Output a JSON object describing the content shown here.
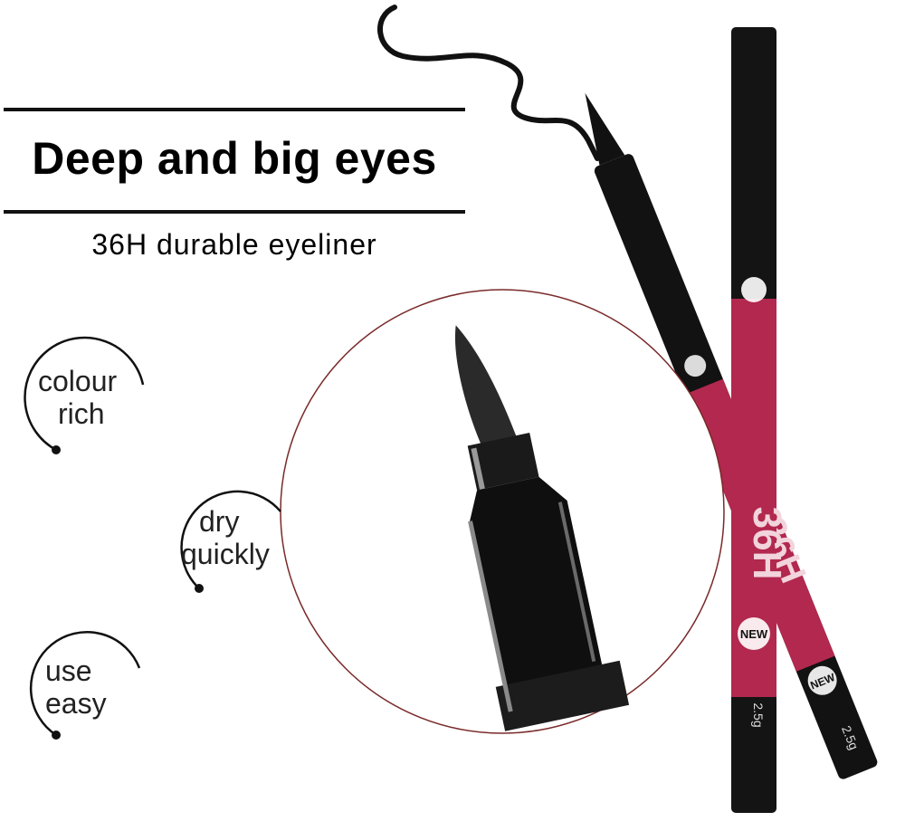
{
  "headline": "Deep and big eyes",
  "subheadline": "36H durable eyeliner",
  "features": [
    {
      "line1": "colour",
      "line2": "rich"
    },
    {
      "line1": "dry",
      "line2": "quickly"
    },
    {
      "line1": "use",
      "line2": "easy"
    }
  ],
  "product": {
    "barrel_mark": "36H",
    "badge": "NEW",
    "weight": "2.5g"
  },
  "colors": {
    "ink": "#111111",
    "barrel_pink": "#b2284e",
    "circle_outline": "#7a2a2a"
  }
}
